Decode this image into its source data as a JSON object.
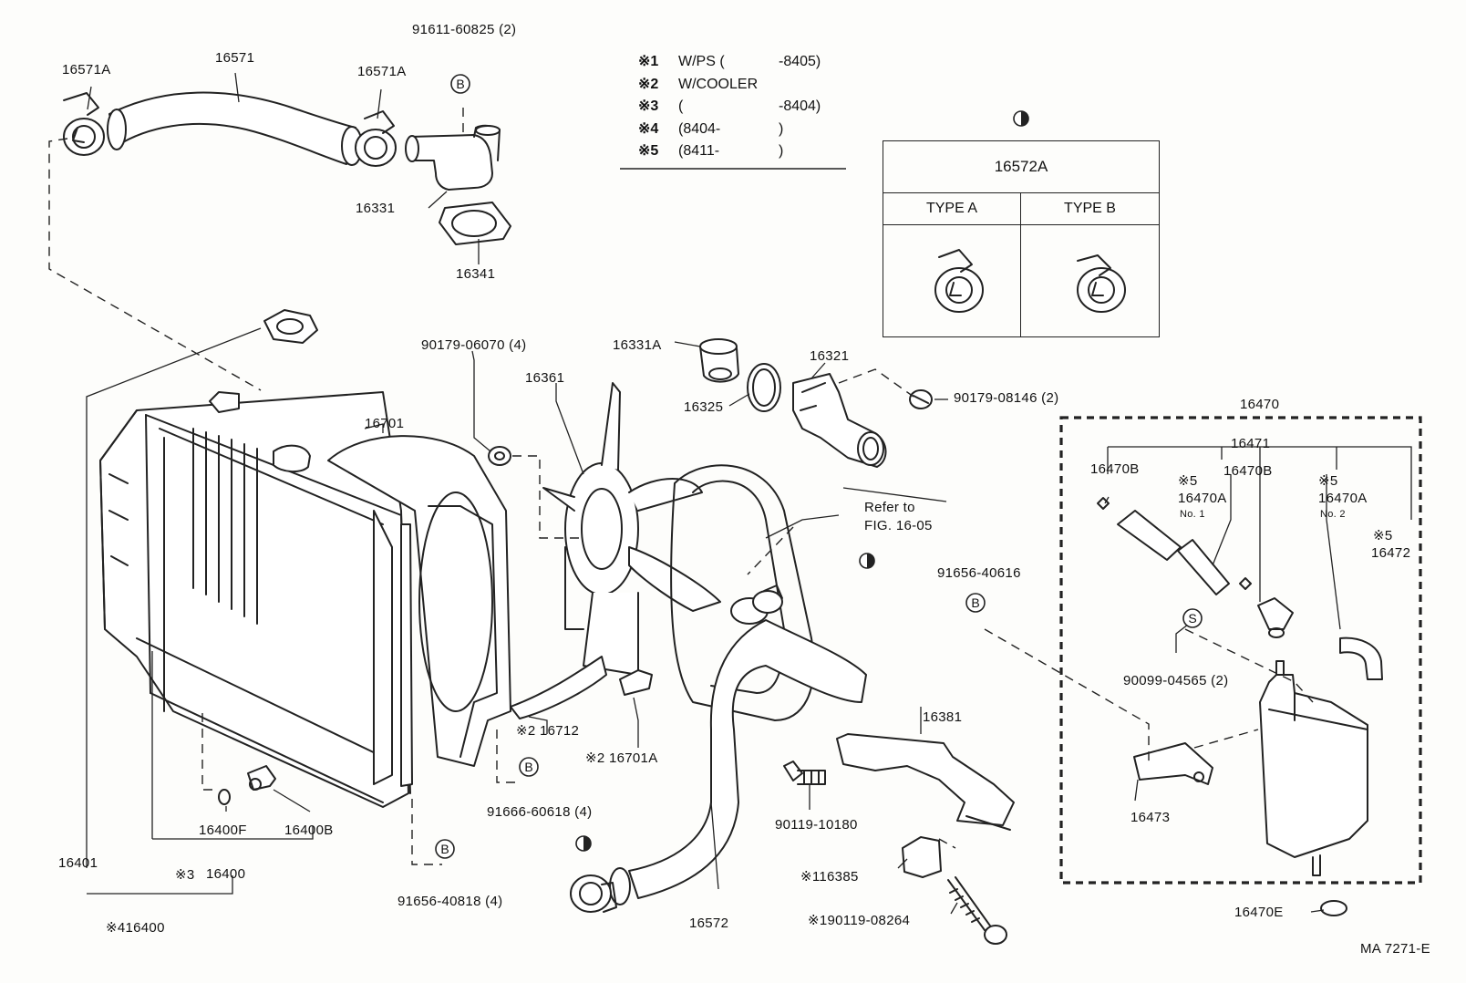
{
  "legend": [
    {
      "mark": "※1",
      "text": "W/PS (",
      "value": "-8405)"
    },
    {
      "mark": "※2",
      "text": "W/COOLER",
      "value": ""
    },
    {
      "mark": "※3",
      "text": "(",
      "value": "-8404)"
    },
    {
      "mark": "※4",
      "text": "(8404-",
      "value": ")"
    },
    {
      "mark": "※5",
      "text": "(8411-",
      "value": ")"
    }
  ],
  "clamp_table": {
    "title": "16572A",
    "type_a": "TYPE A",
    "type_b": "TYPE B"
  },
  "circle_letters": {
    "b": "B",
    "s": "S"
  },
  "parts": {
    "p16571A_left": "16571A",
    "p16571": "16571",
    "p16571A_right": "16571A",
    "p91611": "91611-60825 (2)",
    "p16331": "16331",
    "p16341": "16341",
    "p90179_06070": "90179-06070 (4)",
    "p16331A": "16331A",
    "p16361": "16361",
    "p16321": "16321",
    "p16325": "16325",
    "p90179_08146": "90179-08146 (2)",
    "p16701": "16701",
    "refer": "Refer to",
    "refer_fig": "FIG. 16-05",
    "p91656_40616": "91656-40616",
    "p16712": "※2 16712",
    "p16701A": "※2 16701A",
    "p91666": "91666-60618 (4)",
    "p16400F": "16400F",
    "p16400B": "16400B",
    "p16400": "16400",
    "p16400_mark": "※3",
    "p16401": "16401",
    "p416400": "※416400",
    "p91656_40818": "91656-40818 (4)",
    "p16572": "16572",
    "p16381": "16381",
    "p90119_10180": "90119-10180",
    "p116385": "※116385",
    "p190119": "※190119-08264",
    "p16470": "16470",
    "p16471": "16471",
    "p16470B_a": "16470B",
    "p16470B_b": "16470B",
    "p16470A_1": "16470A",
    "p16470A_1_no": "No. 1",
    "p16470A_2": "16470A",
    "p16470A_2_no": "No. 2",
    "mark5_a": "※5",
    "mark5_b": "※5",
    "mark5_c": "※5",
    "p16472": "16472",
    "p90099": "90099-04565 (2)",
    "p16473": "16473",
    "p16470E": "16470E",
    "ref_code": "MA 7271-E"
  }
}
